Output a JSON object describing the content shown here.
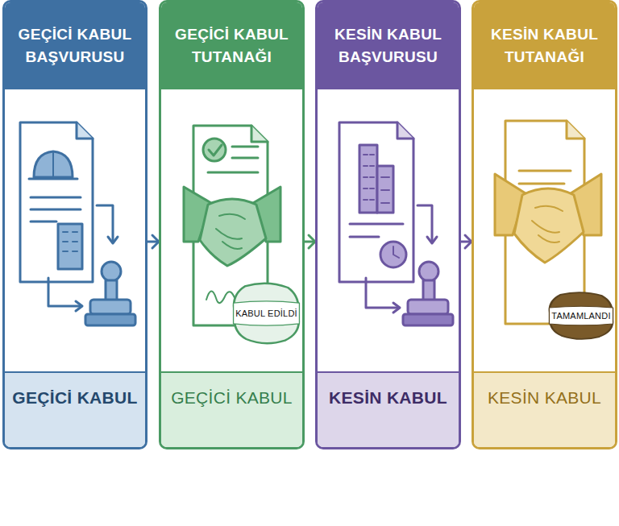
{
  "diagram": {
    "nodes": [
      {
        "text": [
          "GEÇİCİ KABUL BAŞVURUSU",
          "GEÇİCİ KABUL"
        ]
      },
      {
        "text": [
          "GEÇİCİ KABUL TUTANAĞI",
          "GEÇİCİ KABUL"
        ]
      },
      {
        "text": [
          "KABUL EDİLDİ"
        ],
        "in": 1
      },
      {
        "text": [
          "KESİN KABUL BAŞVURUSU",
          "KESİN KABUL"
        ]
      },
      {
        "text": [
          "KESİN KABUL TUTANAĞI",
          "KESİN KABUL"
        ]
      },
      {
        "text": [
          "TAMAMLANDI"
        ],
        "in": 4
      }
    ],
    "edges": [
      {
        "from": 0,
        "to": 1,
        "arrow": "to"
      },
      {
        "from": 1,
        "to": 3,
        "arrow": "to"
      },
      {
        "from": 3,
        "to": 4,
        "arrow": "to"
      }
    ]
  }
}
